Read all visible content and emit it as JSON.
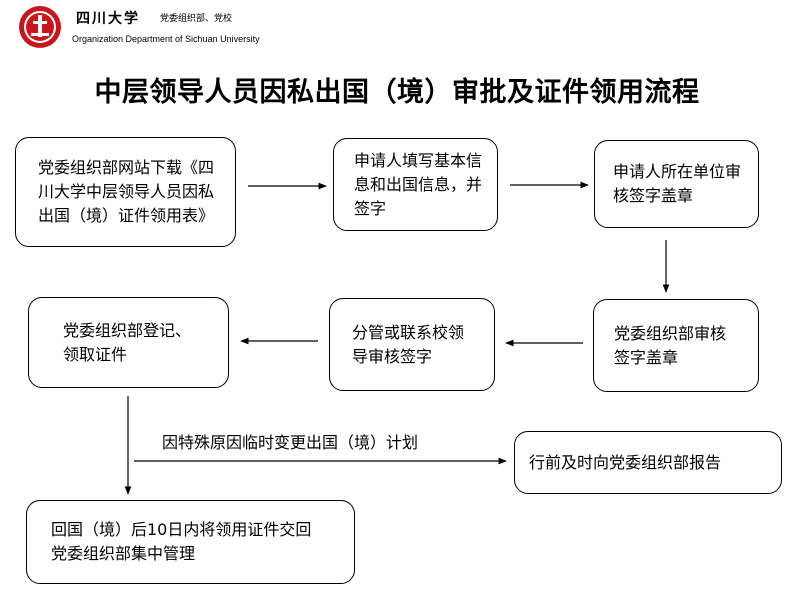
{
  "header": {
    "university": "四川大学",
    "department": "党委组织部、党校",
    "department_en": "Organization Department of Sichuan University",
    "logo_icon": "university-seal-icon",
    "logo_color": "#c8161d"
  },
  "title": "中层领导人员因私出国（境）审批及证件领用流程",
  "nodes": {
    "n1": "党委组织部网站下载《四川大学中层领导人员因私出国（境）证件领用表》",
    "n2": "申请人填写基本信息和出国信息，并签字",
    "n3": "申请人所在单位审核签字盖章",
    "n4": "党委组织部审核签字盖章",
    "n5": "分管或联系校领导审核签字",
    "n6": "党委组织部登记、领取证件",
    "n7": "行前及时向党委组织部报告",
    "n8": "回国（境）后10日内将领用证件交回党委组织部集中管理"
  },
  "edge_label": "因特殊原因临时变更出国（境）计划"
}
